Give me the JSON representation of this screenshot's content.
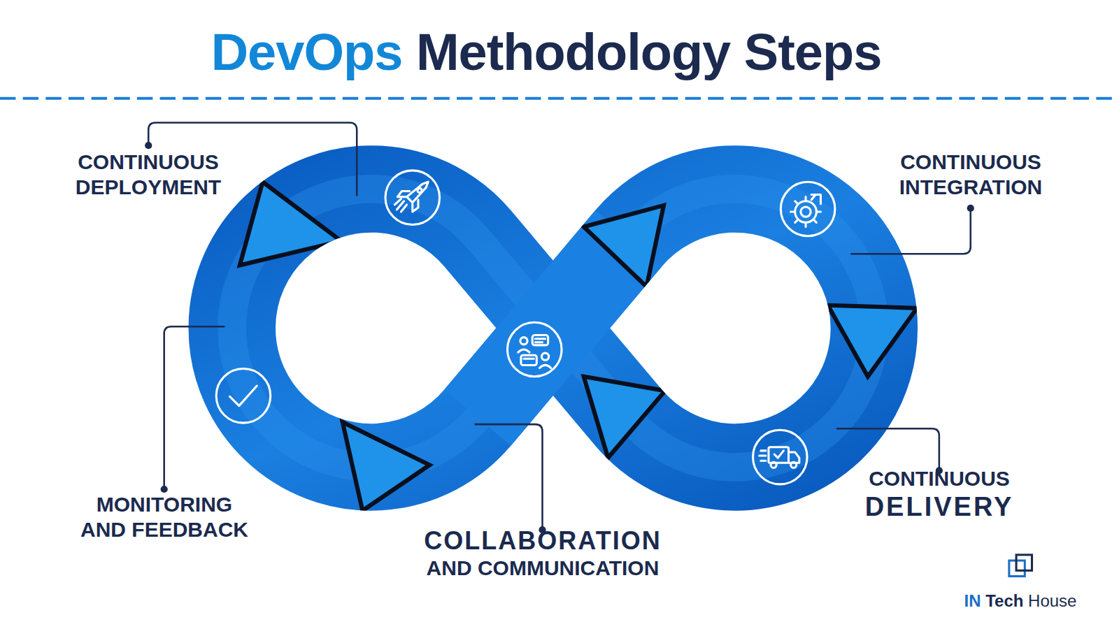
{
  "diagram": {
    "title": "DevOps Methodology Steps",
    "labels": [
      "CONTINUOUS DEPLOYMENT",
      "CONTINUOUS INTEGRATION",
      "MONITORING AND FEEDBACK",
      "COLLABORATION AND COMMUNICATION",
      "CONTINUOUS DELIVERY",
      "IN Tech House"
    ]
  }
}
